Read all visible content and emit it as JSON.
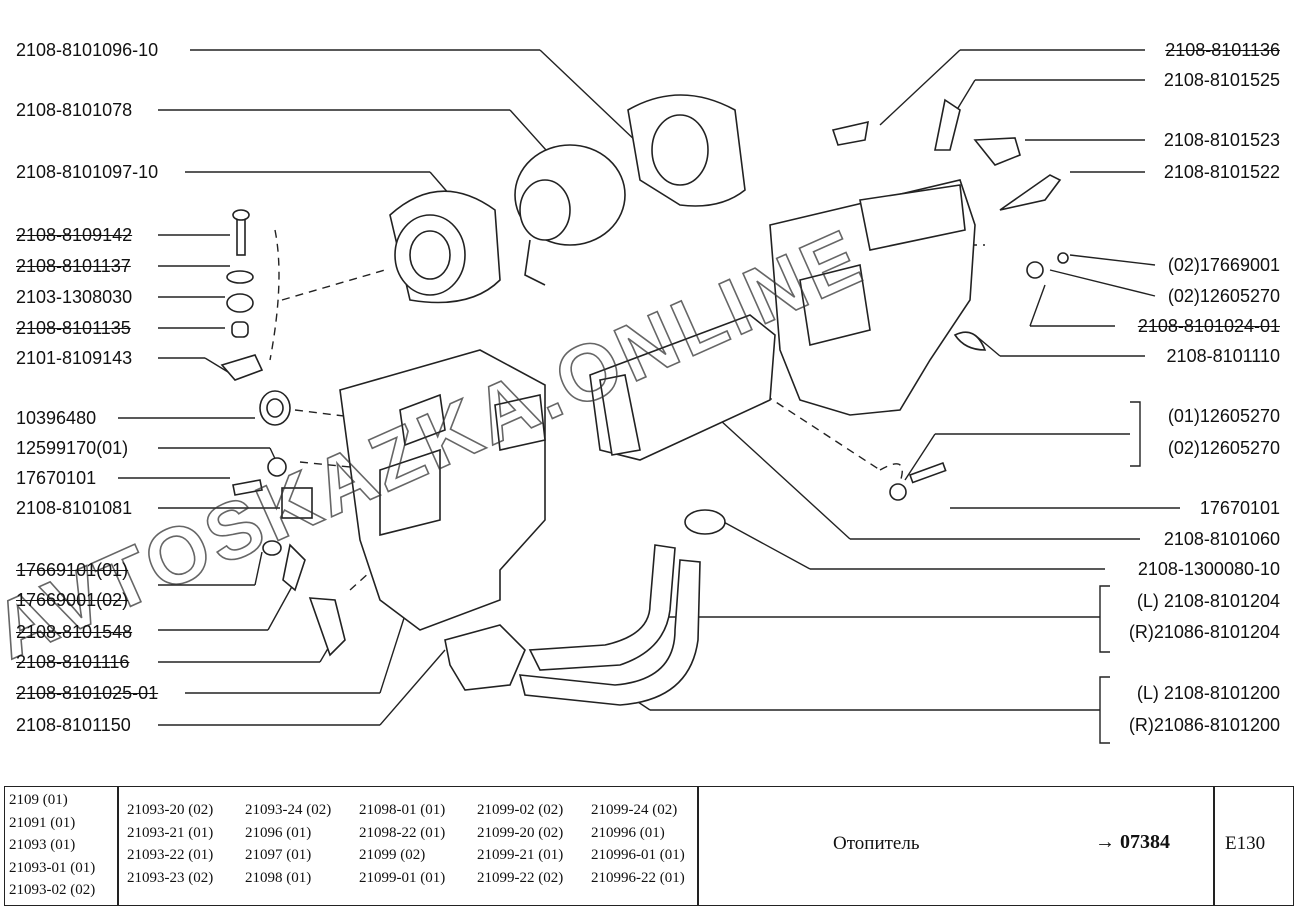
{
  "labels_left": [
    {
      "text": "2108-8101096-10",
      "strike": false
    },
    {
      "text": "2108-8101078",
      "strike": false
    },
    {
      "text": "2108-8101097-10",
      "strike": false
    },
    {
      "text": "2108-8109142",
      "strike": true
    },
    {
      "text": "2108-8101137",
      "strike": true
    },
    {
      "text": "2103-1308030",
      "strike": false
    },
    {
      "text": "2108-8101135",
      "strike": true
    },
    {
      "text": "2101-8109143",
      "strike": false
    },
    {
      "text": "10396480",
      "strike": false
    },
    {
      "text": "12599170(01)",
      "strike": false
    },
    {
      "text": "17670101",
      "strike": false
    },
    {
      "text": "2108-8101081",
      "strike": false
    },
    {
      "text": "17669101(01)",
      "strike": true
    },
    {
      "text": "17669001(02)",
      "strike": true
    },
    {
      "text": "2108-8101548",
      "strike": true
    },
    {
      "text": "2108-8101116",
      "strike": true
    },
    {
      "text": "2108-8101025-01",
      "strike": true
    },
    {
      "text": "2108-8101150",
      "strike": false
    }
  ],
  "labels_right": [
    {
      "text": "2108-8101136",
      "strike": true
    },
    {
      "text": "2108-8101525",
      "strike": false
    },
    {
      "text": "2108-8101523",
      "strike": false
    },
    {
      "text": "2108-8101522",
      "strike": false
    },
    {
      "text": "(02)17669001",
      "strike": false
    },
    {
      "text": "(02)12605270",
      "strike": false
    },
    {
      "text": "2108-8101024-01",
      "strike": true
    },
    {
      "text": "2108-8101110",
      "strike": false
    },
    {
      "text": "(01)12605270",
      "strike": false
    },
    {
      "text": "(02)12605270",
      "strike": false
    },
    {
      "text": "17670101",
      "strike": false
    },
    {
      "text": "2108-8101060",
      "strike": false
    },
    {
      "text": "2108-1300080-10",
      "strike": false
    },
    {
      "text": "(L)  2108-8101204",
      "strike": false
    },
    {
      "text": "(R)21086-8101204",
      "strike": false
    },
    {
      "text": "(L)  2108-8101200",
      "strike": false
    },
    {
      "text": "(R)21086-8101200",
      "strike": false
    }
  ],
  "watermark": "AVTOSKAZKA.ONLINE",
  "footer": {
    "columns": [
      [
        "2109 (01)",
        "21091 (01)",
        "21093 (01)",
        "21093-01 (01)",
        "21093-02 (02)"
      ],
      [
        "21093-20 (02)",
        "21093-21 (01)",
        "21093-22 (01)",
        "21093-23 (02)"
      ],
      [
        "21093-24 (02)",
        "21096 (01)",
        "21097 (01)",
        "21098 (01)"
      ],
      [
        "21098-01 (01)",
        "21098-22 (01)",
        "21099 (02)",
        "21099-01 (01)"
      ],
      [
        "21099-02 (02)",
        "21099-20 (02)",
        "21099-21 (01)",
        "21099-22 (02)"
      ],
      [
        "21099-24 (02)",
        "210996 (01)",
        "210996-01 (01)",
        "210996-22 (01)"
      ]
    ],
    "title": "Отопитель",
    "arrow": "→",
    "ref": "07384",
    "code": "E130"
  }
}
